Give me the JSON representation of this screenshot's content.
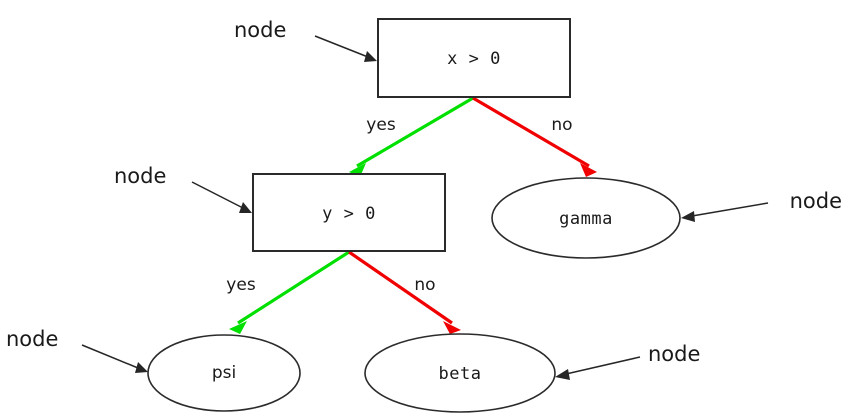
{
  "diagram": {
    "type": "decision-tree",
    "background_color": "#ffffff",
    "colors": {
      "yes_edge": "#00e000",
      "no_edge": "#f00000",
      "node_stroke": "#2b2b2b",
      "annotation": "#262626",
      "text": "#1a1a1a"
    },
    "decision_nodes": [
      {
        "id": "root",
        "label": "x > 0",
        "shape": "rectangle"
      },
      {
        "id": "inner",
        "label": "y > 0",
        "shape": "rectangle"
      }
    ],
    "leaf_nodes": [
      {
        "id": "gamma",
        "label": "gamma",
        "shape": "ellipse"
      },
      {
        "id": "psi",
        "label": "psi",
        "shape": "ellipse"
      },
      {
        "id": "beta",
        "label": "beta",
        "shape": "ellipse"
      }
    ],
    "edges": [
      {
        "from": "root",
        "to": "inner",
        "label": "yes",
        "branch": "yes"
      },
      {
        "from": "root",
        "to": "gamma",
        "label": "no",
        "branch": "no"
      },
      {
        "from": "inner",
        "to": "psi",
        "label": "yes",
        "branch": "yes"
      },
      {
        "from": "inner",
        "to": "beta",
        "label": "no",
        "branch": "no"
      }
    ],
    "annotations": [
      {
        "id": "annot-root",
        "label": "node",
        "target": "root",
        "side": "left"
      },
      {
        "id": "annot-inner",
        "label": "node",
        "target": "inner",
        "side": "left"
      },
      {
        "id": "annot-gamma",
        "label": "node",
        "target": "gamma",
        "side": "right"
      },
      {
        "id": "annot-psi",
        "label": "node",
        "target": "psi",
        "side": "left"
      },
      {
        "id": "annot-beta",
        "label": "node",
        "target": "beta",
        "side": "right"
      }
    ]
  }
}
